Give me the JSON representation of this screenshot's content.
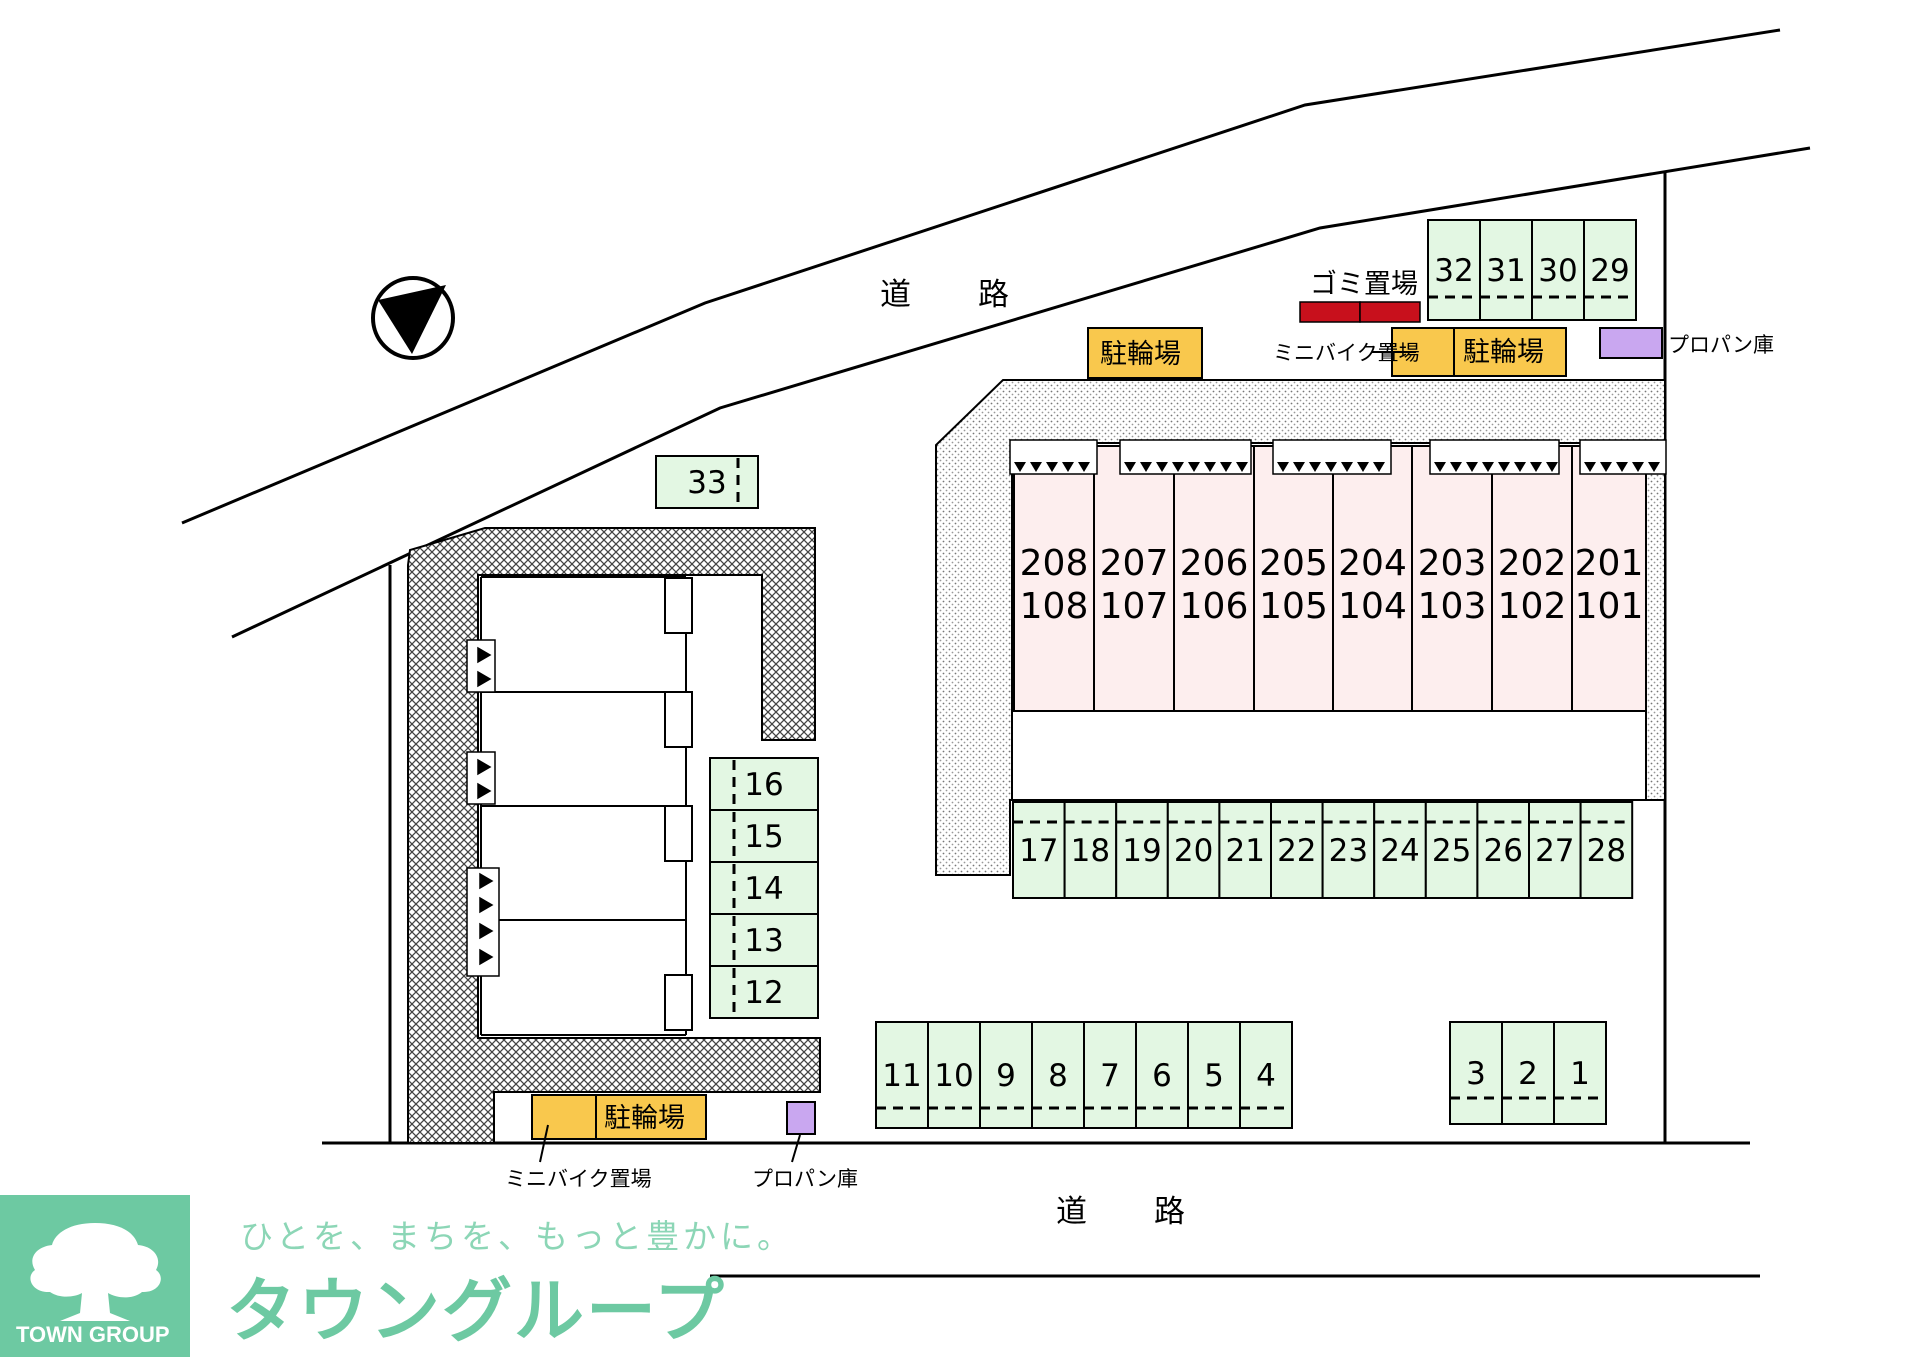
{
  "roads": {
    "north": "道　路",
    "south": "道　路"
  },
  "facilities": {
    "garbage": "ゴミ置場",
    "bike_parking_north": "駐輪場",
    "bike_parking_center": "駐輪場",
    "bike_parking_south": "駐輪場",
    "minibike_north": "ミニバイク置場",
    "minibike_south": "ミニバイク置場",
    "propane_north": "プロパン庫",
    "propane_south": "プロパン庫"
  },
  "units": [
    {
      "upper": "208",
      "lower": "108"
    },
    {
      "upper": "207",
      "lower": "107"
    },
    {
      "upper": "206",
      "lower": "106"
    },
    {
      "upper": "205",
      "lower": "105"
    },
    {
      "upper": "204",
      "lower": "104"
    },
    {
      "upper": "203",
      "lower": "103"
    },
    {
      "upper": "202",
      "lower": "102"
    },
    {
      "upper": "201",
      "lower": "101"
    }
  ],
  "parking": {
    "north_row": [
      "32",
      "31",
      "30",
      "29"
    ],
    "west_single": "33",
    "middle_row": [
      "17",
      "18",
      "19",
      "20",
      "21",
      "22",
      "23",
      "24",
      "25",
      "26",
      "27",
      "28"
    ],
    "west_column": [
      "16",
      "15",
      "14",
      "13",
      "12"
    ],
    "south_row": [
      "11",
      "10",
      "9",
      "8",
      "7",
      "6",
      "5",
      "4"
    ],
    "south_east": [
      "3",
      "2",
      "1"
    ]
  },
  "branding": {
    "slogan": "ひとを、まちを、もっと豊かに。",
    "company_ja": "タウングループ",
    "company_en": "TOWN GROUP"
  },
  "colors": {
    "parking_fill": "#e3f7e3",
    "unit_fill": "#fdeeee",
    "bike_fill": "#f9c84d",
    "garbage_fill": "#c8101c",
    "propane_fill": "#c9a7f0",
    "brand": "#6dc9a2"
  }
}
